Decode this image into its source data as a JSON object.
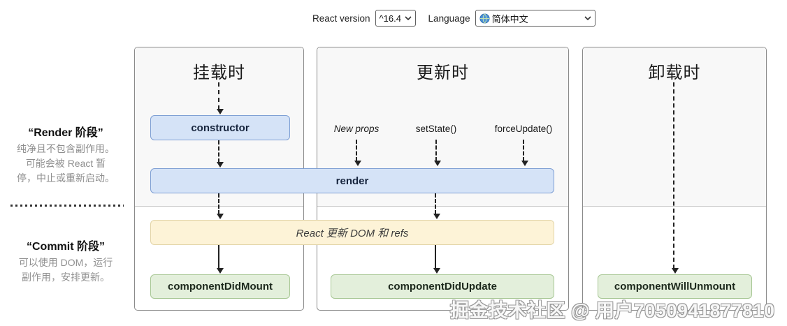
{
  "toolbar": {
    "react_version_label": "React version",
    "react_version_value": "^16.4",
    "language_label": "Language",
    "language_value": "简体中文"
  },
  "sidebar": {
    "render_phase": {
      "title": "“Render 阶段”",
      "desc_lines": [
        "纯净且不包含副作用。",
        "可能会被 React 暂",
        "停，中止或重新启动。"
      ]
    },
    "commit_phase": {
      "title": "“Commit 阶段”",
      "desc_lines": [
        "可以使用 DOM，运行",
        "副作用，安排更新。"
      ]
    }
  },
  "columns": {
    "mounting": {
      "title": "挂载时"
    },
    "updating": {
      "title": "更新时",
      "triggers": [
        "New props",
        "setState()",
        "forceUpdate()"
      ]
    },
    "unmounting": {
      "title": "卸载时"
    }
  },
  "boxes": {
    "constructor": "constructor",
    "render": "render",
    "react_updates_dom": "React 更新 DOM 和 refs",
    "component_did_mount": "componentDidMount",
    "component_did_update": "componentDidUpdate",
    "component_will_unmount": "componentWillUnmount"
  },
  "watermark": {
    "text": "掘金技术社区 @ 用户7050941877810"
  },
  "palette": {
    "box_blue_bg": "#d5e3f7",
    "box_blue_border": "#7e9fd4",
    "box_yellow_bg": "#fdf3d7",
    "box_yellow_border": "#e3d5a8",
    "box_green_bg": "#e3efdb",
    "box_green_border": "#a8c795",
    "panel_bg": "#f8f8f8",
    "panel_border": "#8a8a8a",
    "arrow": "#222222"
  }
}
